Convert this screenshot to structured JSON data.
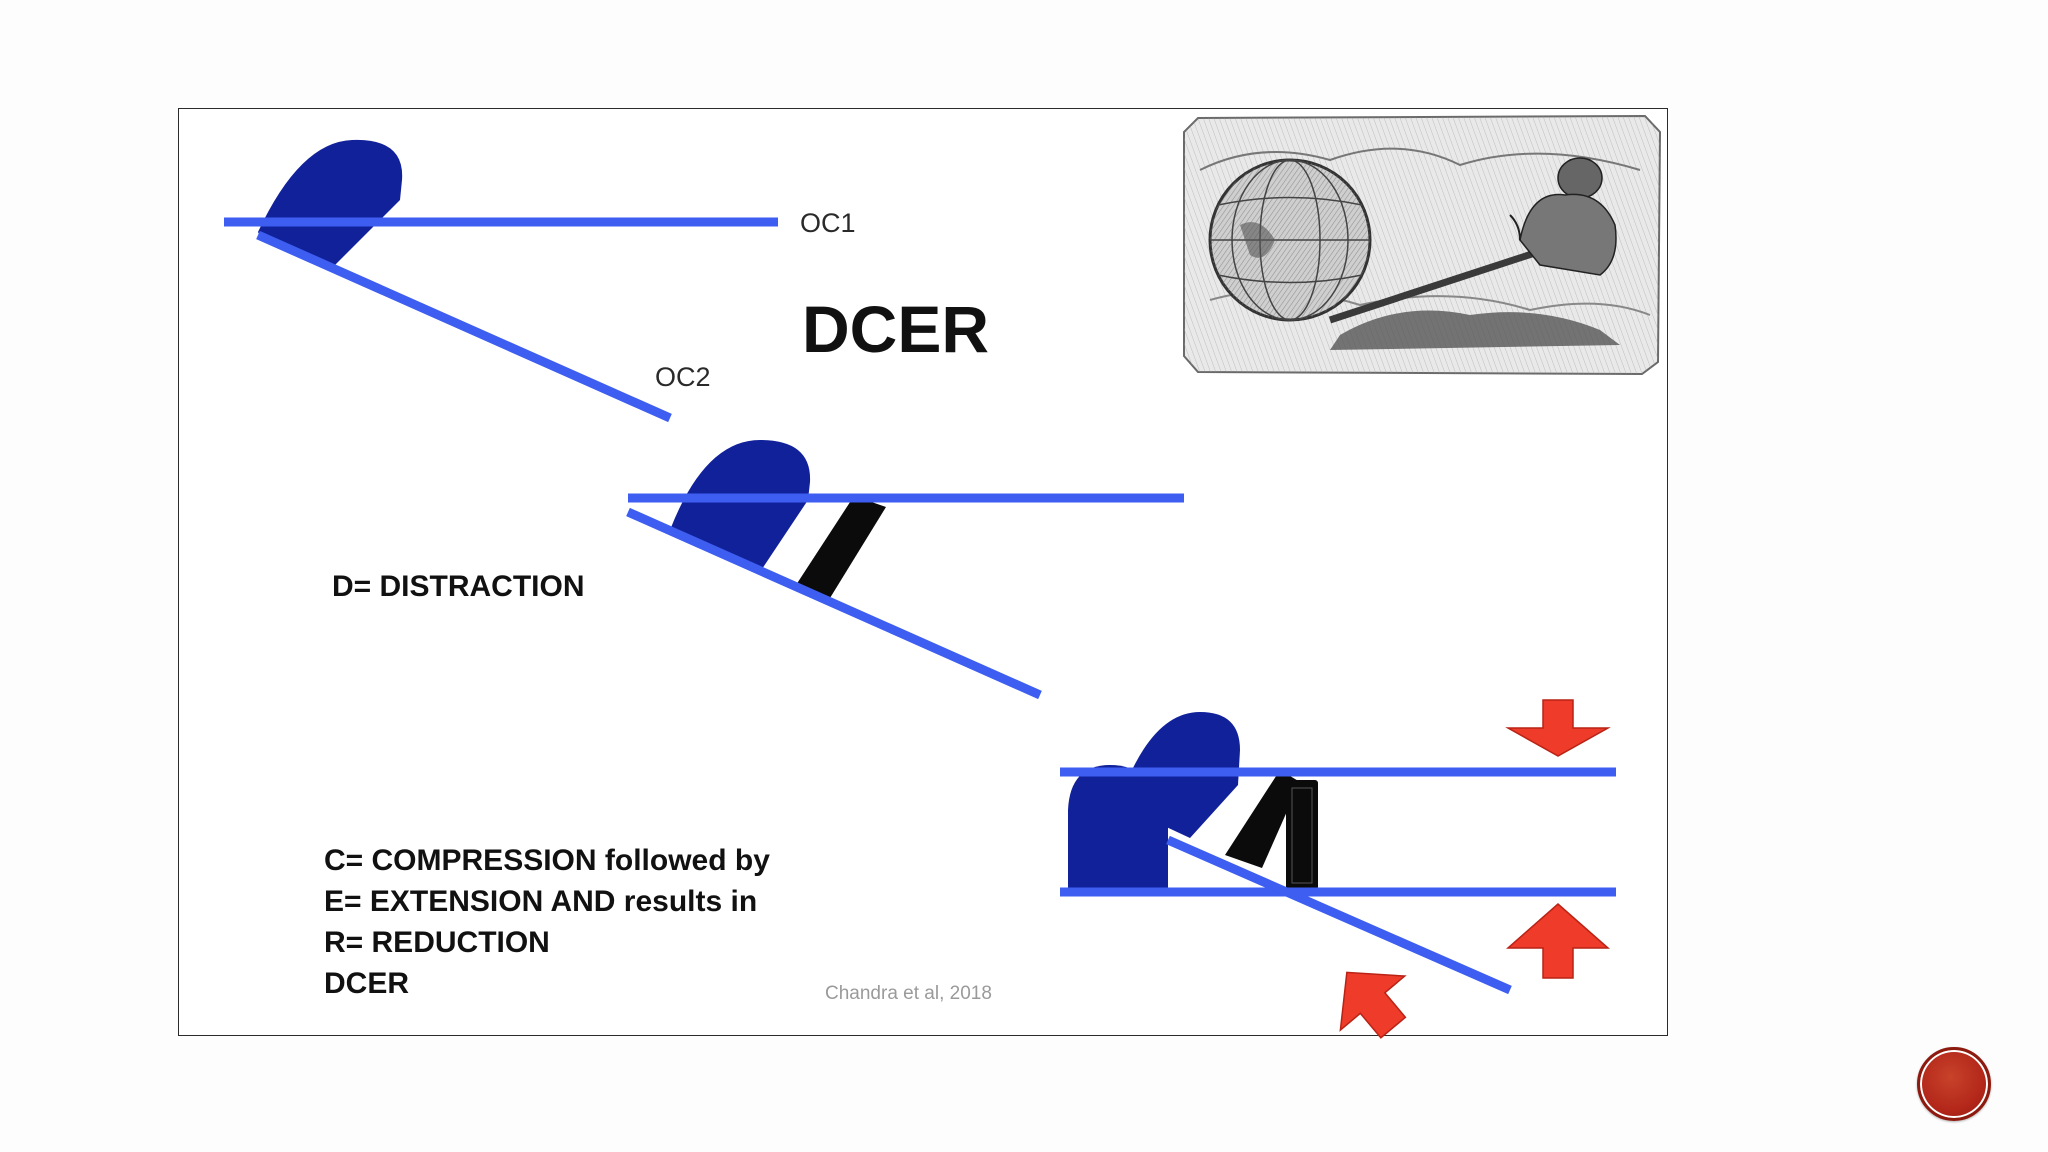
{
  "slide": {
    "title": "DCER",
    "labels": {
      "oc1": "OC1",
      "oc2": "OC2"
    },
    "step_d": "D= DISTRACTION",
    "steps_cer": [
      "C= COMPRESSION followed by",
      "E= EXTENSION AND results in",
      "R= REDUCTION",
      "DCER"
    ],
    "citation": "Chandra et al, 2018",
    "slide_number": ""
  },
  "colors": {
    "line_blue": "#3d5ef0",
    "condyle_navy": "#11219a",
    "spacer_black": "#0b0b0b",
    "arrow_red": "#ee3b2a",
    "badge_red": "#b3271a"
  },
  "icons": {
    "engraving": "archimedes-lever-globe-engraving",
    "arrows": "red-force-arrow"
  }
}
